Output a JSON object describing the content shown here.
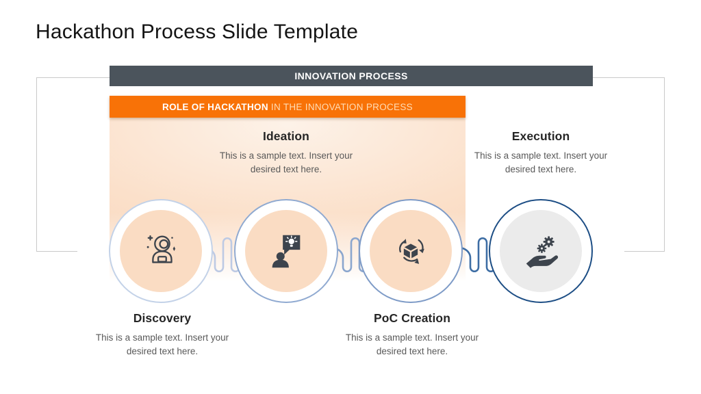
{
  "slide": {
    "title": "Hackathon Process Slide Template"
  },
  "process_banner": {
    "label": "INNOVATION PROCESS",
    "bg_color": "#4b545c"
  },
  "role_ribbon": {
    "highlight": "ROLE OF HACKATHON",
    "rest": " IN THE INNOVATION PROCESS",
    "bg_color": "#f87207"
  },
  "steps": [
    {
      "label": "Discovery",
      "description": "This is a sample text. Insert your desired text here.",
      "icon": "astronaut-icon",
      "label_position": "bottom",
      "ring_color": "#c3d2e8",
      "fill_color": "#fadcc3"
    },
    {
      "label": "Ideation",
      "description": "This is a sample text. Insert your desired text here.",
      "icon": "idea-person-icon",
      "label_position": "top",
      "ring_color": "#90aad1",
      "fill_color": "#fadcc3"
    },
    {
      "label": "PoC Creation",
      "description": "This is a sample text. Insert your desired text here.",
      "icon": "prototype-cycle-icon",
      "label_position": "bottom",
      "ring_color": "#7e9bc7",
      "fill_color": "#fadcc3"
    },
    {
      "label": "Execution",
      "description": "This is a sample text. Insert your desired text here.",
      "icon": "hand-gears-icon",
      "label_position": "top",
      "ring_color": "#1d4e85",
      "fill_color": "#ebebeb"
    }
  ],
  "connectors": [
    {
      "color": "#bdcae4"
    },
    {
      "color": "#8ba6ce"
    },
    {
      "color": "#3d6da4"
    }
  ],
  "icon_color": "#3d444d"
}
